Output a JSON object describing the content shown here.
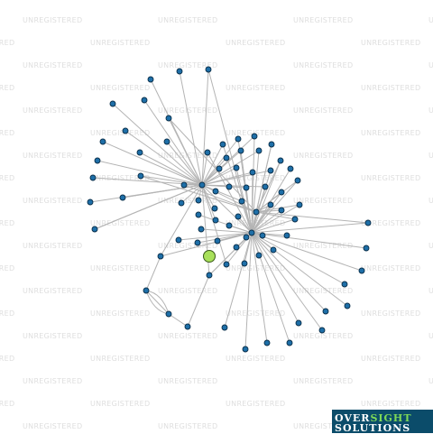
{
  "watermark": {
    "text": "UNREGISTERED"
  },
  "logo": {
    "part1": "OVER",
    "part2": "SIGHT",
    "line2": "SOLUTIONS"
  },
  "colors": {
    "node": "#1e6fa8",
    "focus_node": "#a8e05a",
    "edge": "#b4b4b4",
    "logo_bg": "#0b4c6a"
  }
}
